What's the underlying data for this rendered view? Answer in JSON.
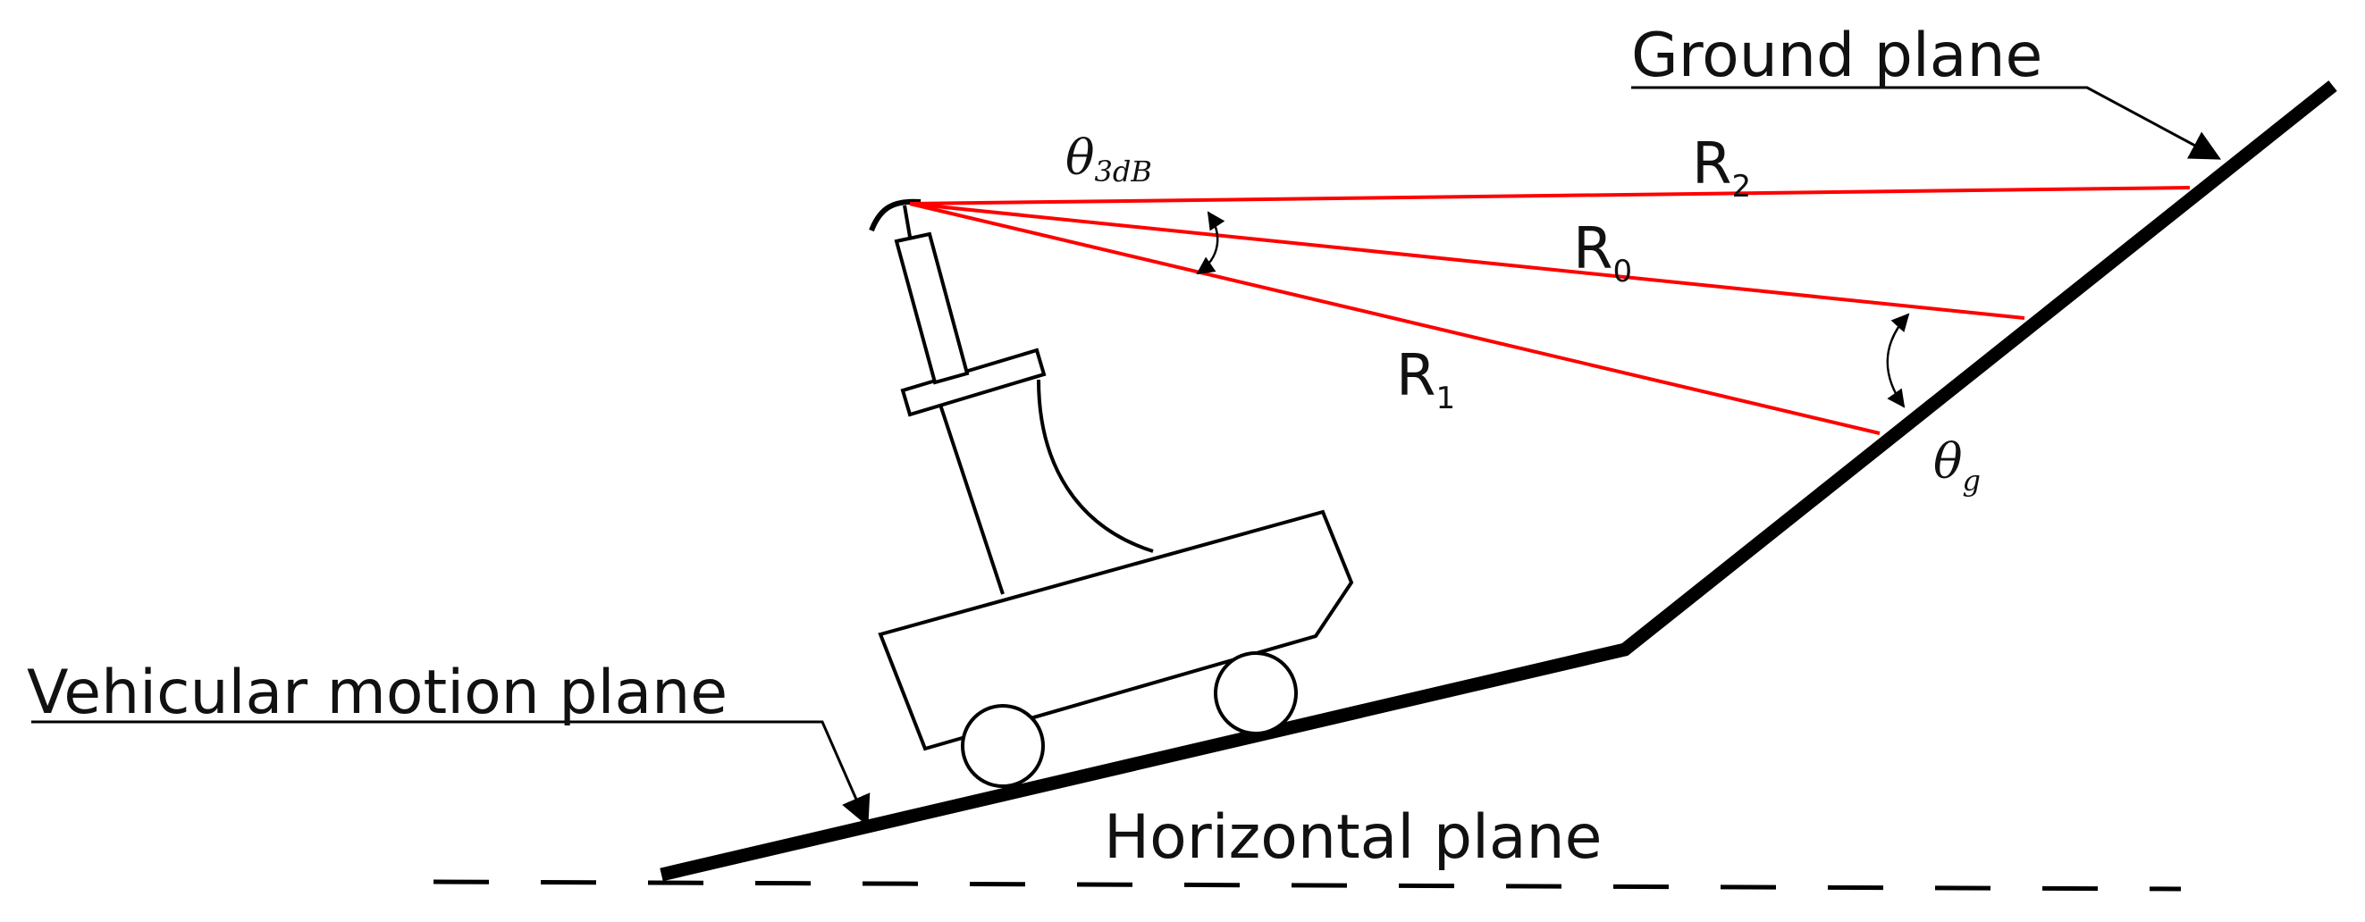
{
  "labels": {
    "ground_plane": "Ground plane",
    "vehicular_motion_plane": "Vehicular motion plane",
    "horizontal_plane": "Horizontal plane"
  },
  "ranges": {
    "r2": {
      "symbol": "R",
      "subscript": "2"
    },
    "r0": {
      "symbol": "R",
      "subscript": "0"
    },
    "r1": {
      "symbol": "R",
      "subscript": "1"
    }
  },
  "angles": {
    "beamwidth": {
      "symbol": "θ",
      "subscript": "3dB"
    },
    "grazing": {
      "symbol": "θ",
      "subscript": "g"
    }
  },
  "colors": {
    "beam": "#ff0000",
    "structure": "#000000",
    "background": "#ffffff"
  }
}
